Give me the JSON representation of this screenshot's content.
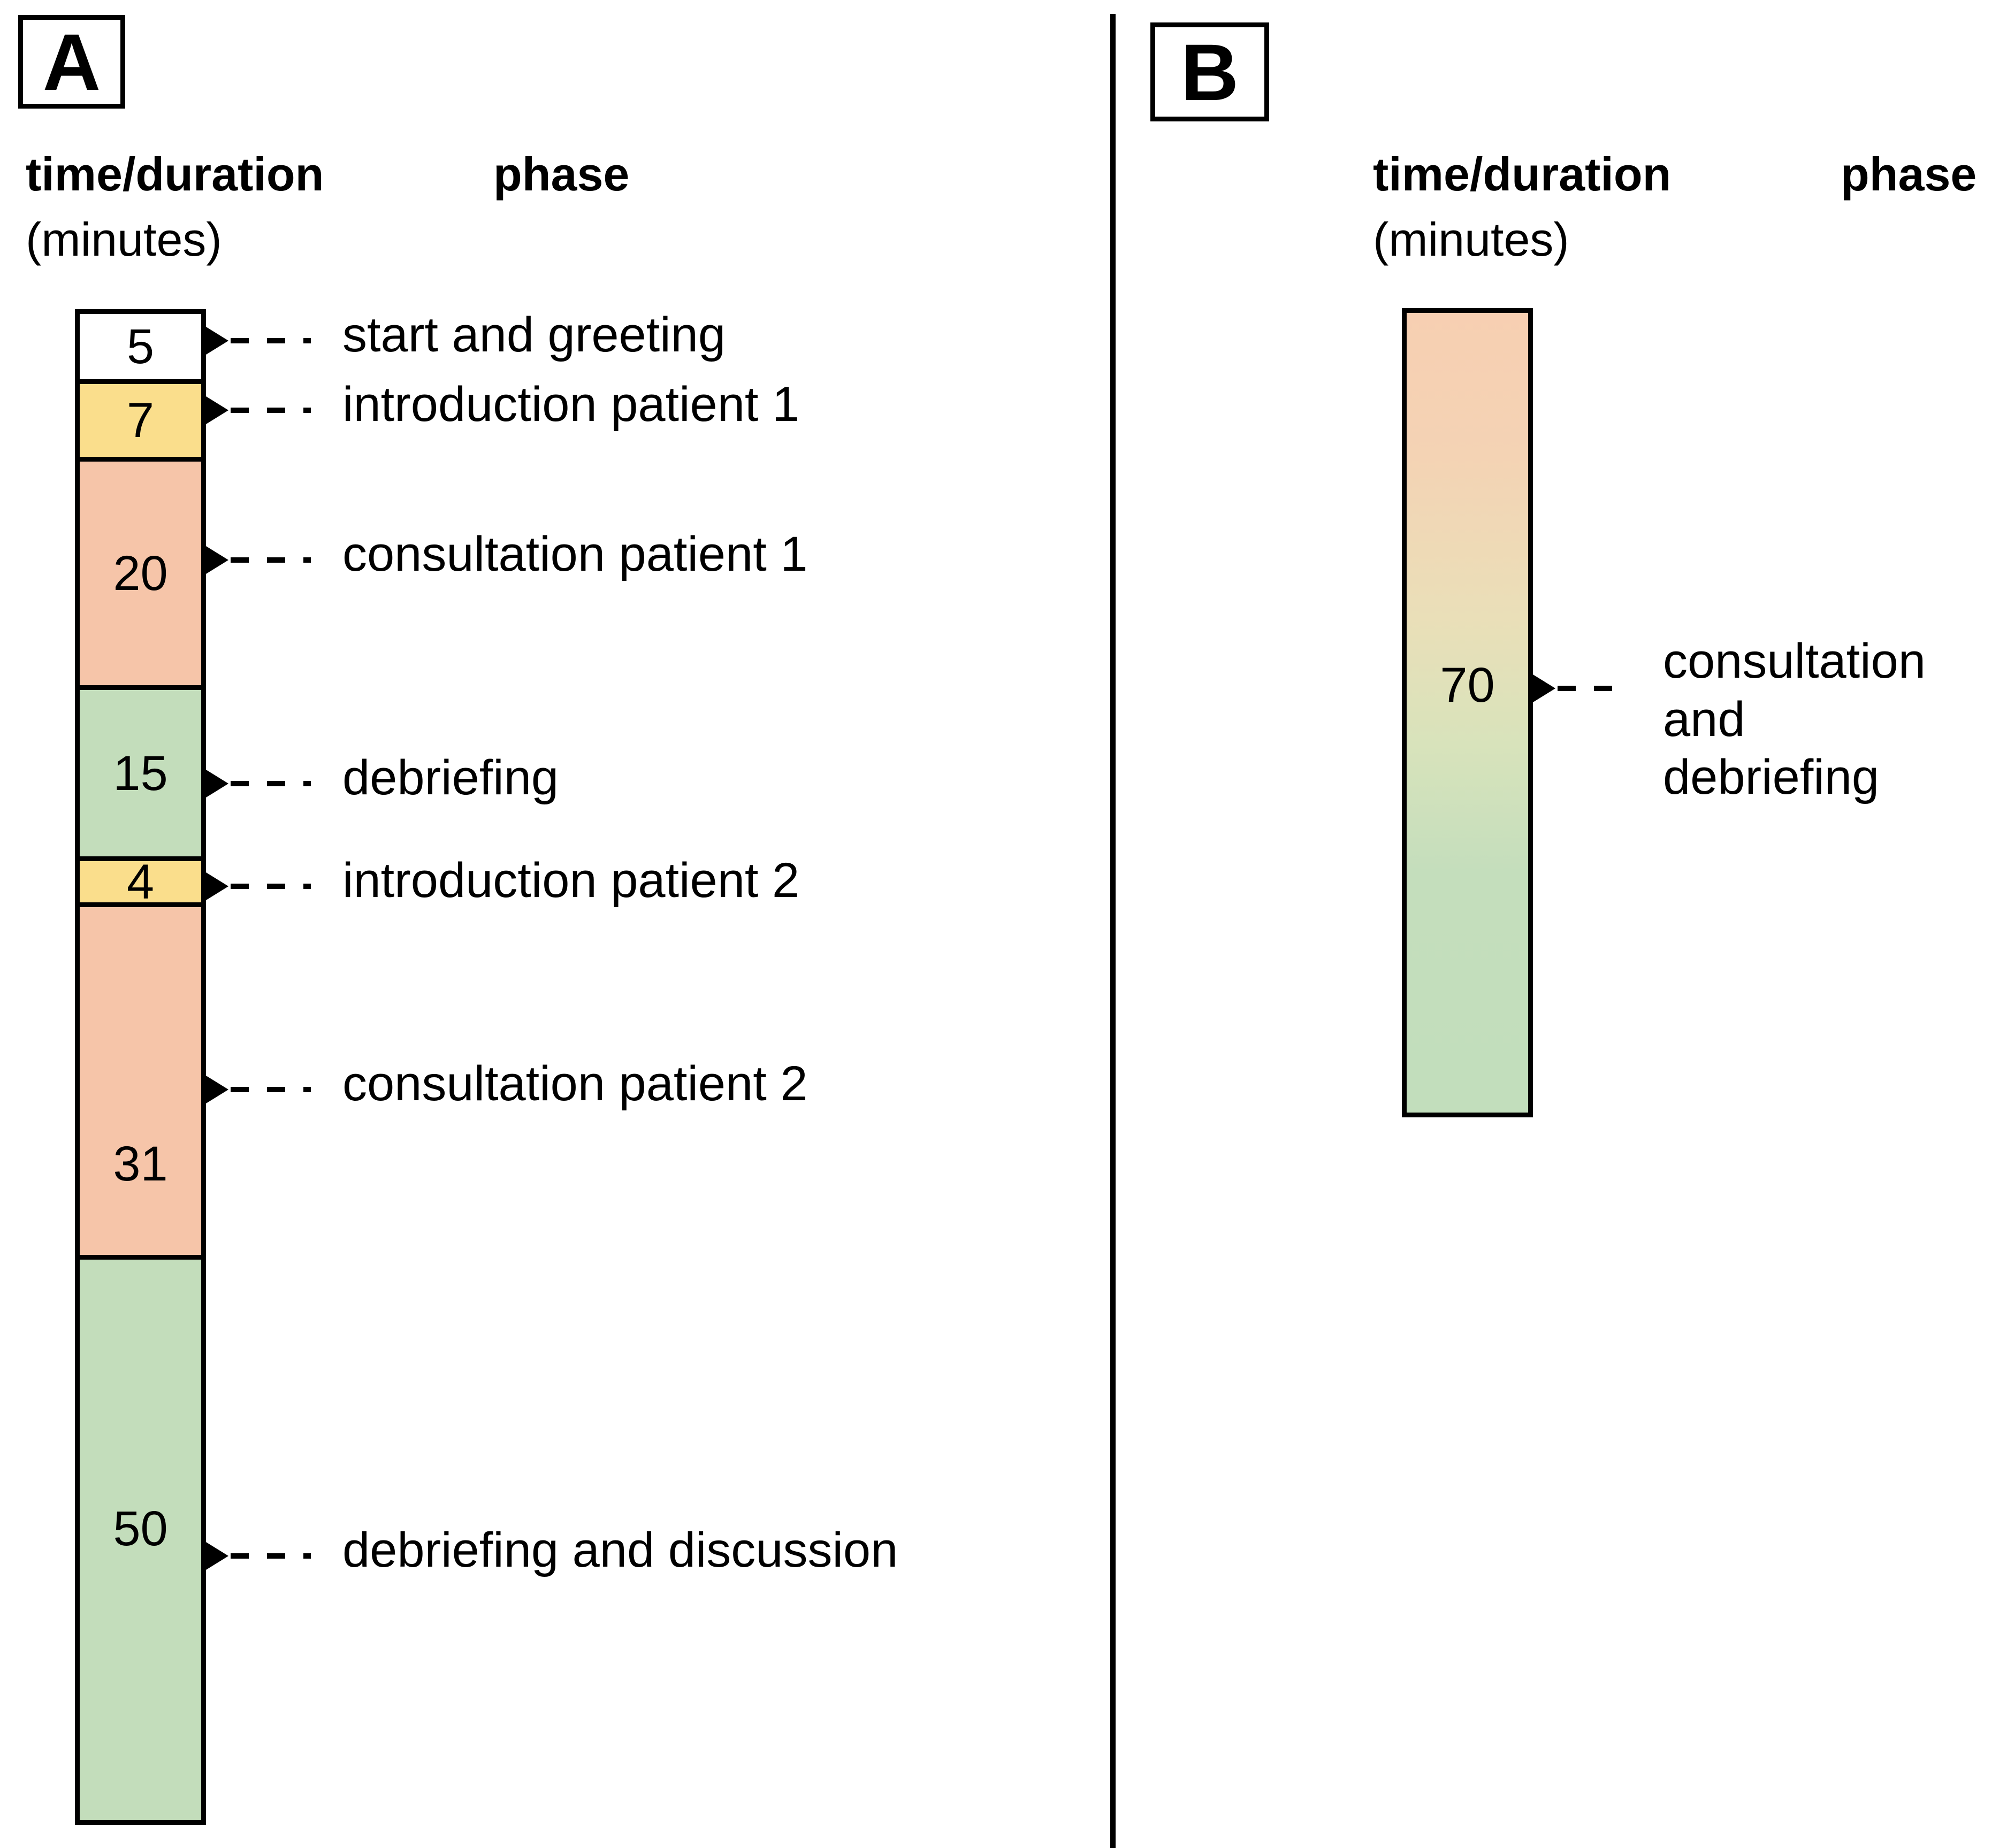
{
  "figure": {
    "background_color": "#ffffff",
    "divider_color": "#000000"
  },
  "palette": {
    "white": "#ffffff",
    "yellow": "#fade8c",
    "salmon": "#f6c5a9",
    "green": "#c3ddbb",
    "outline": "#000000"
  },
  "panels": [
    {
      "id": "A",
      "badge": "A",
      "headers": {
        "time": "time/duration",
        "time_unit": "(minutes)",
        "phase": "phase"
      }
    },
    {
      "id": "B",
      "badge": "B",
      "headers": {
        "time": "time/duration",
        "time_unit": "(minutes)",
        "phase": "phase"
      }
    }
  ],
  "chart_data": {
    "type": "bar",
    "title": "",
    "subtitle": "",
    "xlabel": "",
    "ylabel": "time/duration (minutes)",
    "orientation": "vertical-stacked",
    "unit": "minutes",
    "grid": false,
    "legend": "none",
    "panels": [
      {
        "panel": "A",
        "header_time": "time/duration",
        "header_time_unit": "(minutes)",
        "header_phase": "phase",
        "total_minutes": 132,
        "categories": [
          "start and greeting",
          "introduction patient 1",
          "consultation patient 1",
          "debriefing",
          "introduction patient 2",
          "consultation patient 2",
          "debriefing and discussion"
        ],
        "values": [
          5,
          7,
          20,
          15,
          4,
          31,
          50
        ],
        "segments": [
          {
            "value": "5",
            "minutes": 5,
            "phase": "start and greeting",
            "color": "#ffffff"
          },
          {
            "value": "7",
            "minutes": 7,
            "phase": "introduction patient 1",
            "color": "#fade8c"
          },
          {
            "value": "20",
            "minutes": 20,
            "phase": "consultation patient 1",
            "color": "#f6c5a9"
          },
          {
            "value": "15",
            "minutes": 15,
            "phase": "debriefing",
            "color": "#c3ddbb"
          },
          {
            "value": "4",
            "minutes": 4,
            "phase": "introduction patient 2",
            "color": "#fade8c"
          },
          {
            "value": "31",
            "minutes": 31,
            "phase": "consultation patient 2",
            "color": "#f6c5a9"
          },
          {
            "value": "50",
            "minutes": 50,
            "phase": "debriefing and discussion",
            "color": "#c3ddbb"
          }
        ]
      },
      {
        "panel": "B",
        "header_time": "time/duration",
        "header_time_unit": "(minutes)",
        "header_phase": "phase",
        "total_minutes": 70,
        "categories": [
          "consultation and debriefing"
        ],
        "values": [
          70
        ],
        "segments": [
          {
            "value": "70",
            "minutes": 70,
            "phase": "consultation and debriefing",
            "phase_lines": [
              "consultation",
              "and",
              "debriefing"
            ],
            "color": "gradient",
            "gradient_from": "#f7cfb2",
            "gradient_to": "#c2debc"
          }
        ]
      }
    ]
  }
}
